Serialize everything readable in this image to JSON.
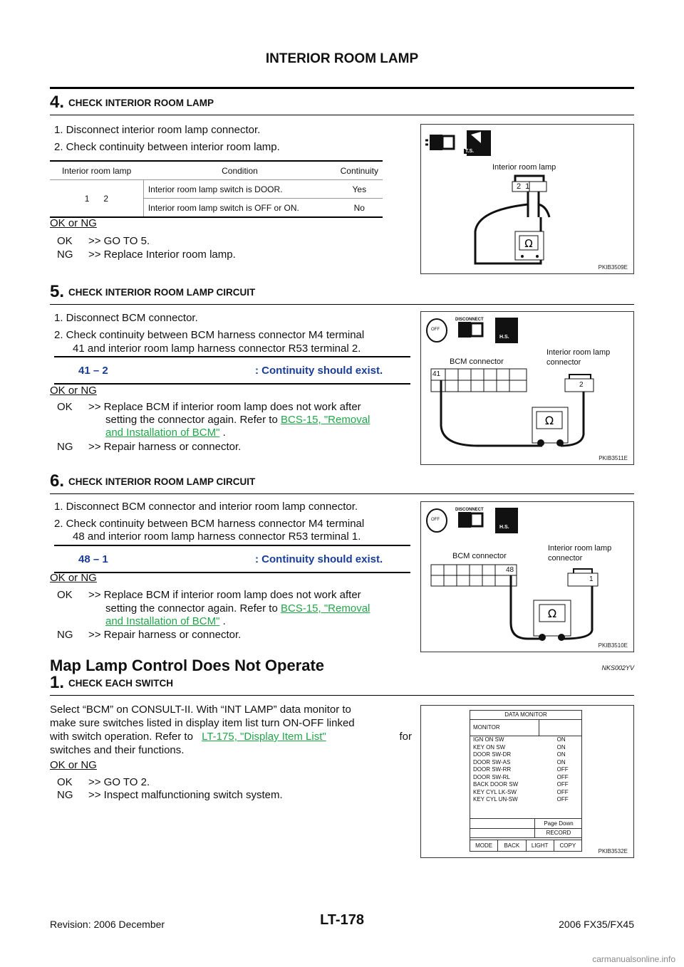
{
  "header": {
    "title": "INTERIOR ROOM LAMP"
  },
  "step4": {
    "num": "4.",
    "title": "CHECK INTERIOR ROOM LAMP",
    "items": [
      "1. Disconnect interior room lamp connector.",
      "2. Check continuity between interior room lamp."
    ],
    "table": {
      "headers": [
        "Interior room lamp",
        "Condition",
        "Continuity"
      ],
      "terminal_a": "1",
      "terminal_b": "2",
      "rows": [
        {
          "condition": "Interior room lamp switch is DOOR.",
          "continuity": "Yes"
        },
        {
          "condition": "Interior room lamp switch is OFF or ON.",
          "continuity": "No"
        }
      ]
    },
    "okng": "OK or NG",
    "ok_label": "OK",
    "ok_text": ">> GO TO 5.",
    "ng_label": "NG",
    "ng_text": ">> Replace Interior room lamp.",
    "figure": {
      "label": "Interior room lamp",
      "pins": [
        "2",
        "1"
      ],
      "ts": "T.S.",
      "code": "PKIB3509E"
    }
  },
  "step5": {
    "num": "5.",
    "title": "CHECK INTERIOR ROOM LAMP CIRCUIT",
    "item1": "1. Disconnect BCM connector.",
    "item2a": "2. Check continuity between BCM harness connector M4 terminal",
    "item2b": "41 and interior room lamp harness connector R53 terminal 2.",
    "spec_terms": "41 – 2",
    "spec_result": ": Continuity should exist.",
    "okng": "OK or NG",
    "ok_label": "OK",
    "ok_text1": ">> Replace BCM if interior room lamp does not work after",
    "ok_text2": "setting the connector again. Refer to",
    "link1": "BCS-15, \"Removal",
    "link2": "and Installation of BCM\"",
    "period": ".",
    "ng_label": "NG",
    "ng_text": ">> Repair harness or connector.",
    "figure": {
      "bcm": "BCM connector",
      "lamp1": "Interior room lamp",
      "lamp2": "connector",
      "pin_bcm": "41",
      "pin_lamp": "2",
      "disconnect": "DISCONNECT",
      "off": "OFF",
      "hs": "H.S.",
      "code": "PKIB3511E"
    }
  },
  "step6": {
    "num": "6.",
    "title": "CHECK INTERIOR ROOM LAMP CIRCUIT",
    "item1": "1. Disconnect BCM connector and interior room lamp connector.",
    "item2a": "2. Check continuity between BCM harness connector M4 terminal",
    "item2b": "48 and interior room lamp harness connector R53 terminal 1.",
    "spec_terms": "48 – 1",
    "spec_result": ": Continuity should exist.",
    "okng": "OK or NG",
    "ok_label": "OK",
    "ok_text1": ">> Replace BCM if interior room lamp does not work after",
    "ok_text2": "setting the connector again. Refer to",
    "link1": "BCS-15, \"Removal",
    "link2": "and Installation of BCM\"",
    "period": ".",
    "ng_label": "NG",
    "ng_text": ">> Repair harness or connector.",
    "figure": {
      "bcm": "BCM connector",
      "lamp1": "Interior room lamp",
      "lamp2": "connector",
      "pin_bcm": "48",
      "pin_lamp": "1",
      "disconnect": "DISCONNECT",
      "off": "OFF",
      "hs": "H.S.",
      "code": "PKIB3510E"
    }
  },
  "section": {
    "title": "Map Lamp Control Does Not Operate",
    "code": "NKS002YV"
  },
  "step1": {
    "num": "1.",
    "title": "CHECK EACH SWITCH",
    "p1": "Select “BCM” on CONSULT-II. With “INT LAMP” data monitor to",
    "p2": "make sure switches listed in display item list turn ON-OFF linked",
    "p3a": "with switch operation. Refer to",
    "p3link": "LT-175, \"Display Item List\"",
    "p3b": "for",
    "p4": "switches and their functions.",
    "okng": "OK or NG",
    "ok_label": "OK",
    "ok_text": ">> GO TO 2.",
    "ng_label": "NG",
    "ng_text": ">> Inspect malfunctioning switch system.",
    "monitor": {
      "title": "DATA MONITOR",
      "header": "MONITOR",
      "rows": [
        {
          "item": "IGN ON SW",
          "value": "ON"
        },
        {
          "item": "KEY ON SW",
          "value": "ON"
        },
        {
          "item": "DOOR SW-DR",
          "value": "ON"
        },
        {
          "item": "DOOR SW-AS",
          "value": "ON"
        },
        {
          "item": "DOOR SW-RR",
          "value": "OFF"
        },
        {
          "item": "DOOR SW-RL",
          "value": "OFF"
        },
        {
          "item": "BACK DOOR SW",
          "value": "OFF"
        },
        {
          "item": "KEY CYL LK-SW",
          "value": "OFF"
        },
        {
          "item": "KEY CYL UN-SW",
          "value": "OFF"
        }
      ],
      "page_down": "Page Down",
      "record": "RECORD",
      "buttons": [
        "MODE",
        "BACK",
        "LIGHT",
        "COPY"
      ],
      "code": "PKIB3532E"
    }
  },
  "footer": {
    "left": "Revision: 2006 December",
    "page": "LT-178",
    "right": "2006 FX35/FX45",
    "watermark": "carmanualsonline.info"
  }
}
